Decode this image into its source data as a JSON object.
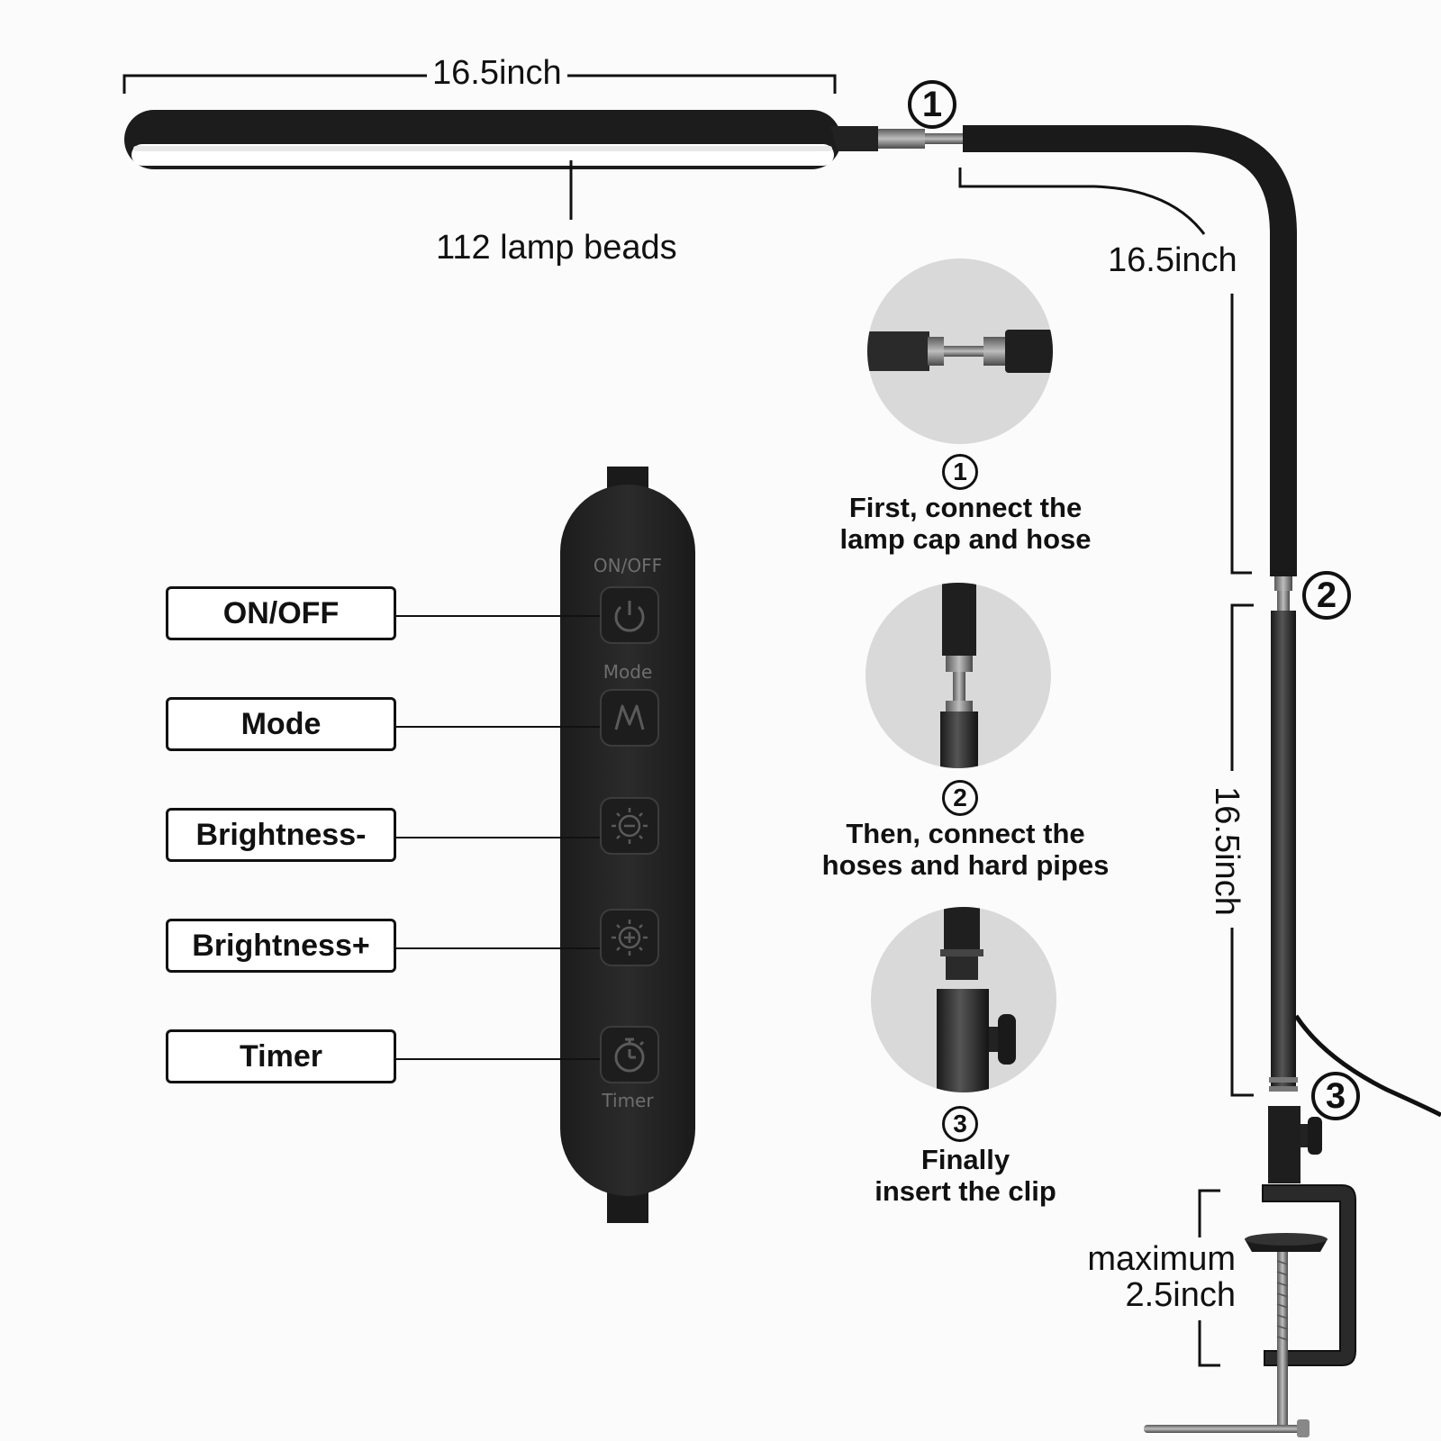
{
  "dimensions": {
    "panel_width": "16.5inch",
    "arm_length": "16.5inch",
    "pipe_length": "16.5inch",
    "clamp_max": "maximum\n2.5inch"
  },
  "lamp_beads": "112 lamp beads",
  "controller": {
    "printed_labels": {
      "power": "ON/OFF",
      "mode": "Mode",
      "timer": "Timer"
    },
    "callouts": [
      "ON/OFF",
      "Mode",
      "Brightness-",
      "Brightness+",
      "Timer"
    ]
  },
  "steps": [
    {
      "number": "1",
      "text": "First, connect the\nlamp cap and hose"
    },
    {
      "number": "2",
      "text": "Then, connect the\nhoses and hard pipes"
    },
    {
      "number": "3",
      "text": "Finally\ninsert the clip"
    }
  ],
  "markers": [
    "1",
    "2",
    "3"
  ],
  "colors": {
    "lamp_body": "#1c1c1c",
    "light_strip": "#ffffff",
    "remote_body": "#232323",
    "detail_circle": "#d9d9d9",
    "metal": "#8a8a8a"
  },
  "icons": [
    "power-icon",
    "mode-m-icon",
    "brightness-down-icon",
    "brightness-up-icon",
    "timer-icon"
  ]
}
